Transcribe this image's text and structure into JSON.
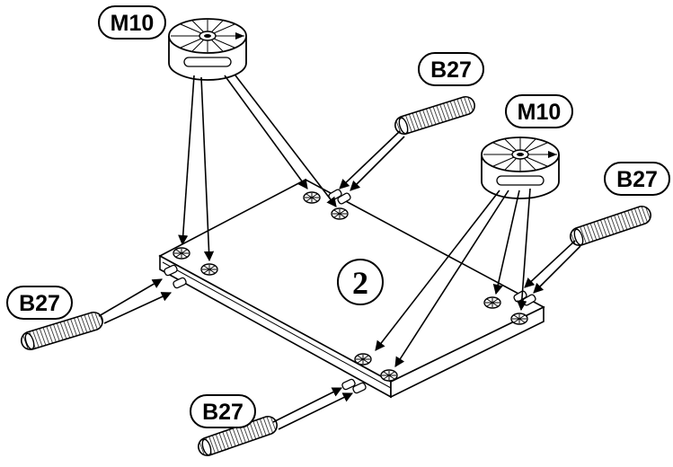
{
  "labels": {
    "cam_top": "M10",
    "cam_right": "M10",
    "dowel_top": "B27",
    "dowel_right": "B27",
    "dowel_left": "B27",
    "dowel_bottom": "B27"
  },
  "step_number": "2"
}
